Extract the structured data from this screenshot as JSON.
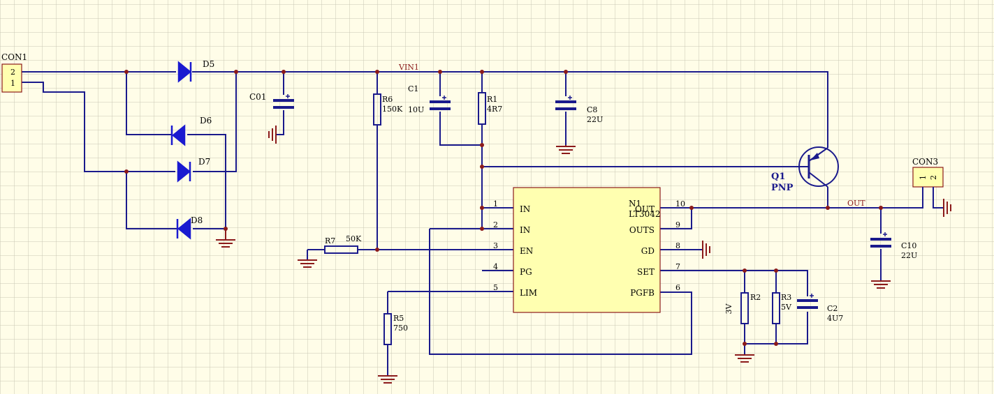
{
  "connectors": {
    "con1": {
      "designator": "CON1",
      "pin_a": "2",
      "pin_b": "1"
    },
    "con3": {
      "designator": "CON3",
      "pin_a": "1",
      "pin_b": "2"
    }
  },
  "diodes": {
    "d5": "D5",
    "d6": "D6",
    "d7": "D7",
    "d8": "D8"
  },
  "nets": {
    "vin": "VIN1",
    "out": "OUT"
  },
  "capacitors": {
    "c01": {
      "designator": "C01",
      "value": ""
    },
    "c1": {
      "designator": "C1",
      "value": "10U"
    },
    "c8": {
      "designator": "C8",
      "value": "22U"
    },
    "c10": {
      "designator": "C10",
      "value": "22U"
    },
    "c2": {
      "designator": "C2",
      "value": "4U7"
    }
  },
  "resistors": {
    "r6": {
      "designator": "R6",
      "value": "150K"
    },
    "r1": {
      "designator": "R1",
      "value": "4R7"
    },
    "r7": {
      "designator": "R7",
      "value": "50K"
    },
    "r5": {
      "designator": "R5",
      "value": "750"
    },
    "r2": {
      "designator": "R2",
      "value": "3V"
    },
    "r3": {
      "designator": "R3",
      "value": "5V"
    }
  },
  "transistor": {
    "designator": "Q1",
    "type": "PNP"
  },
  "ic": {
    "designator": "N1",
    "part": "LT3042",
    "left_pins": [
      {
        "num": "1",
        "name": "IN"
      },
      {
        "num": "2",
        "name": "IN"
      },
      {
        "num": "3",
        "name": "EN"
      },
      {
        "num": "4",
        "name": "PG"
      },
      {
        "num": "5",
        "name": "LIM"
      }
    ],
    "right_pins": [
      {
        "num": "10",
        "name": "OUT"
      },
      {
        "num": "9",
        "name": "OUTS"
      },
      {
        "num": "8",
        "name": "GD"
      },
      {
        "num": "7",
        "name": "SET"
      },
      {
        "num": "6",
        "name": "PGFB"
      }
    ]
  },
  "colors": {
    "background": "#fffde8",
    "grid": "#c8c8b4",
    "wire": "#1a1a8c",
    "diode": "#1a1ad0",
    "ground": "#8b1a1a",
    "junction": "#8b1a1a",
    "ic_fill": "#ffffb0",
    "ic_border": "#8b1a1a"
  }
}
